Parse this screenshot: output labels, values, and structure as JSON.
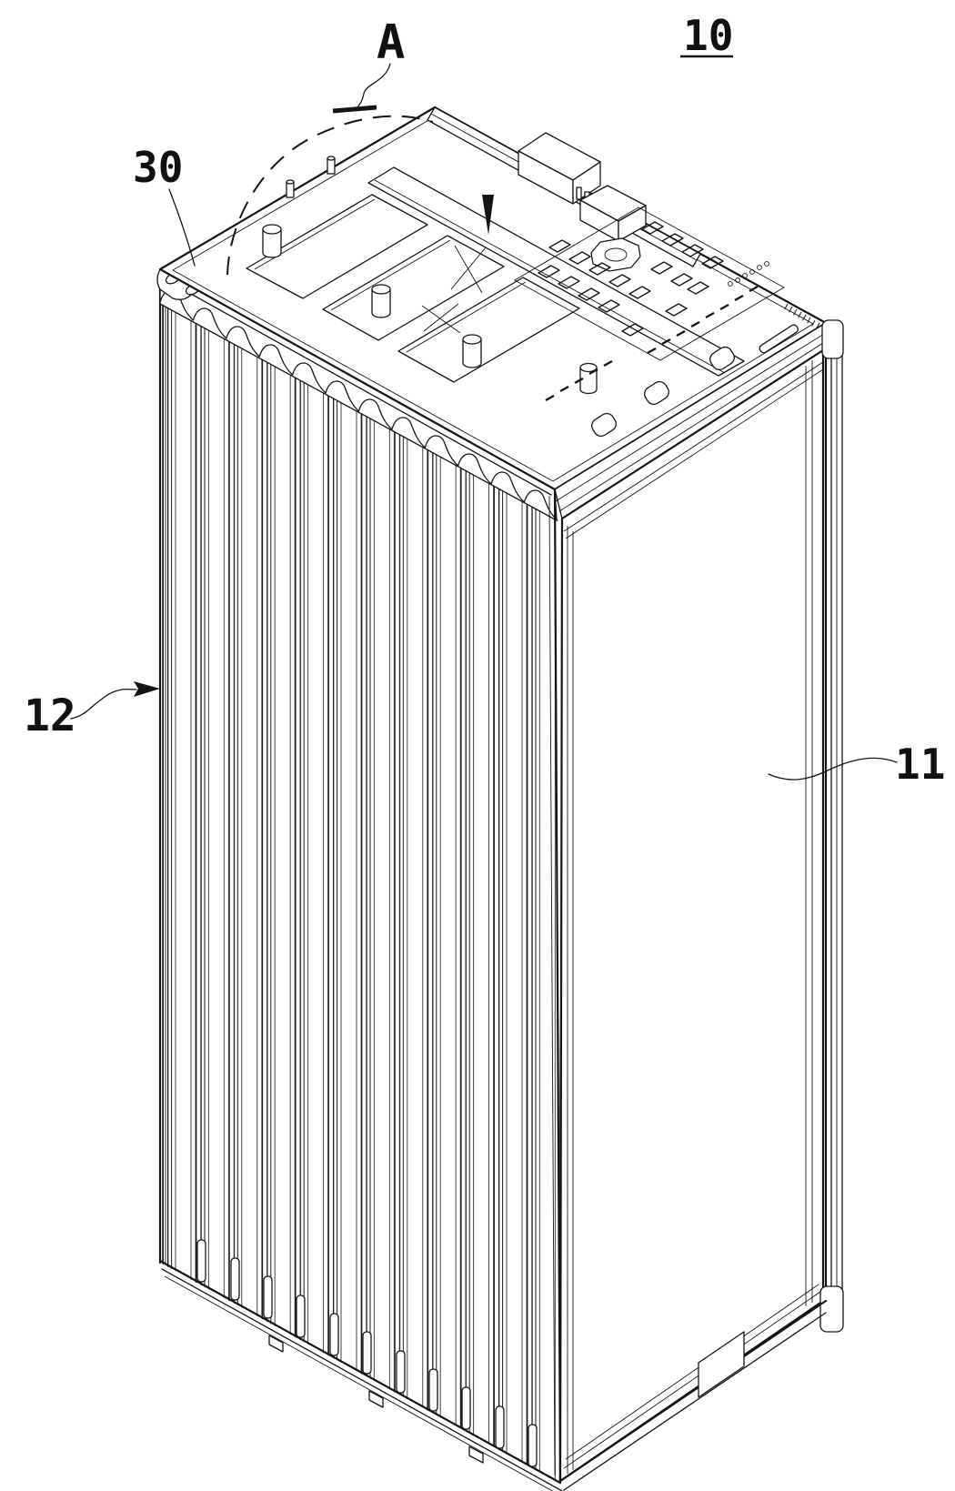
{
  "figure": {
    "background": "#ffffff",
    "line_color": "#151515",
    "labels": {
      "detail_region": {
        "text": "A"
      },
      "module": {
        "text": "10",
        "underlined": true
      },
      "top_frame": {
        "text": "30"
      },
      "side_ribs": {
        "text": "12"
      },
      "front_face": {
        "text": "11"
      }
    }
  }
}
